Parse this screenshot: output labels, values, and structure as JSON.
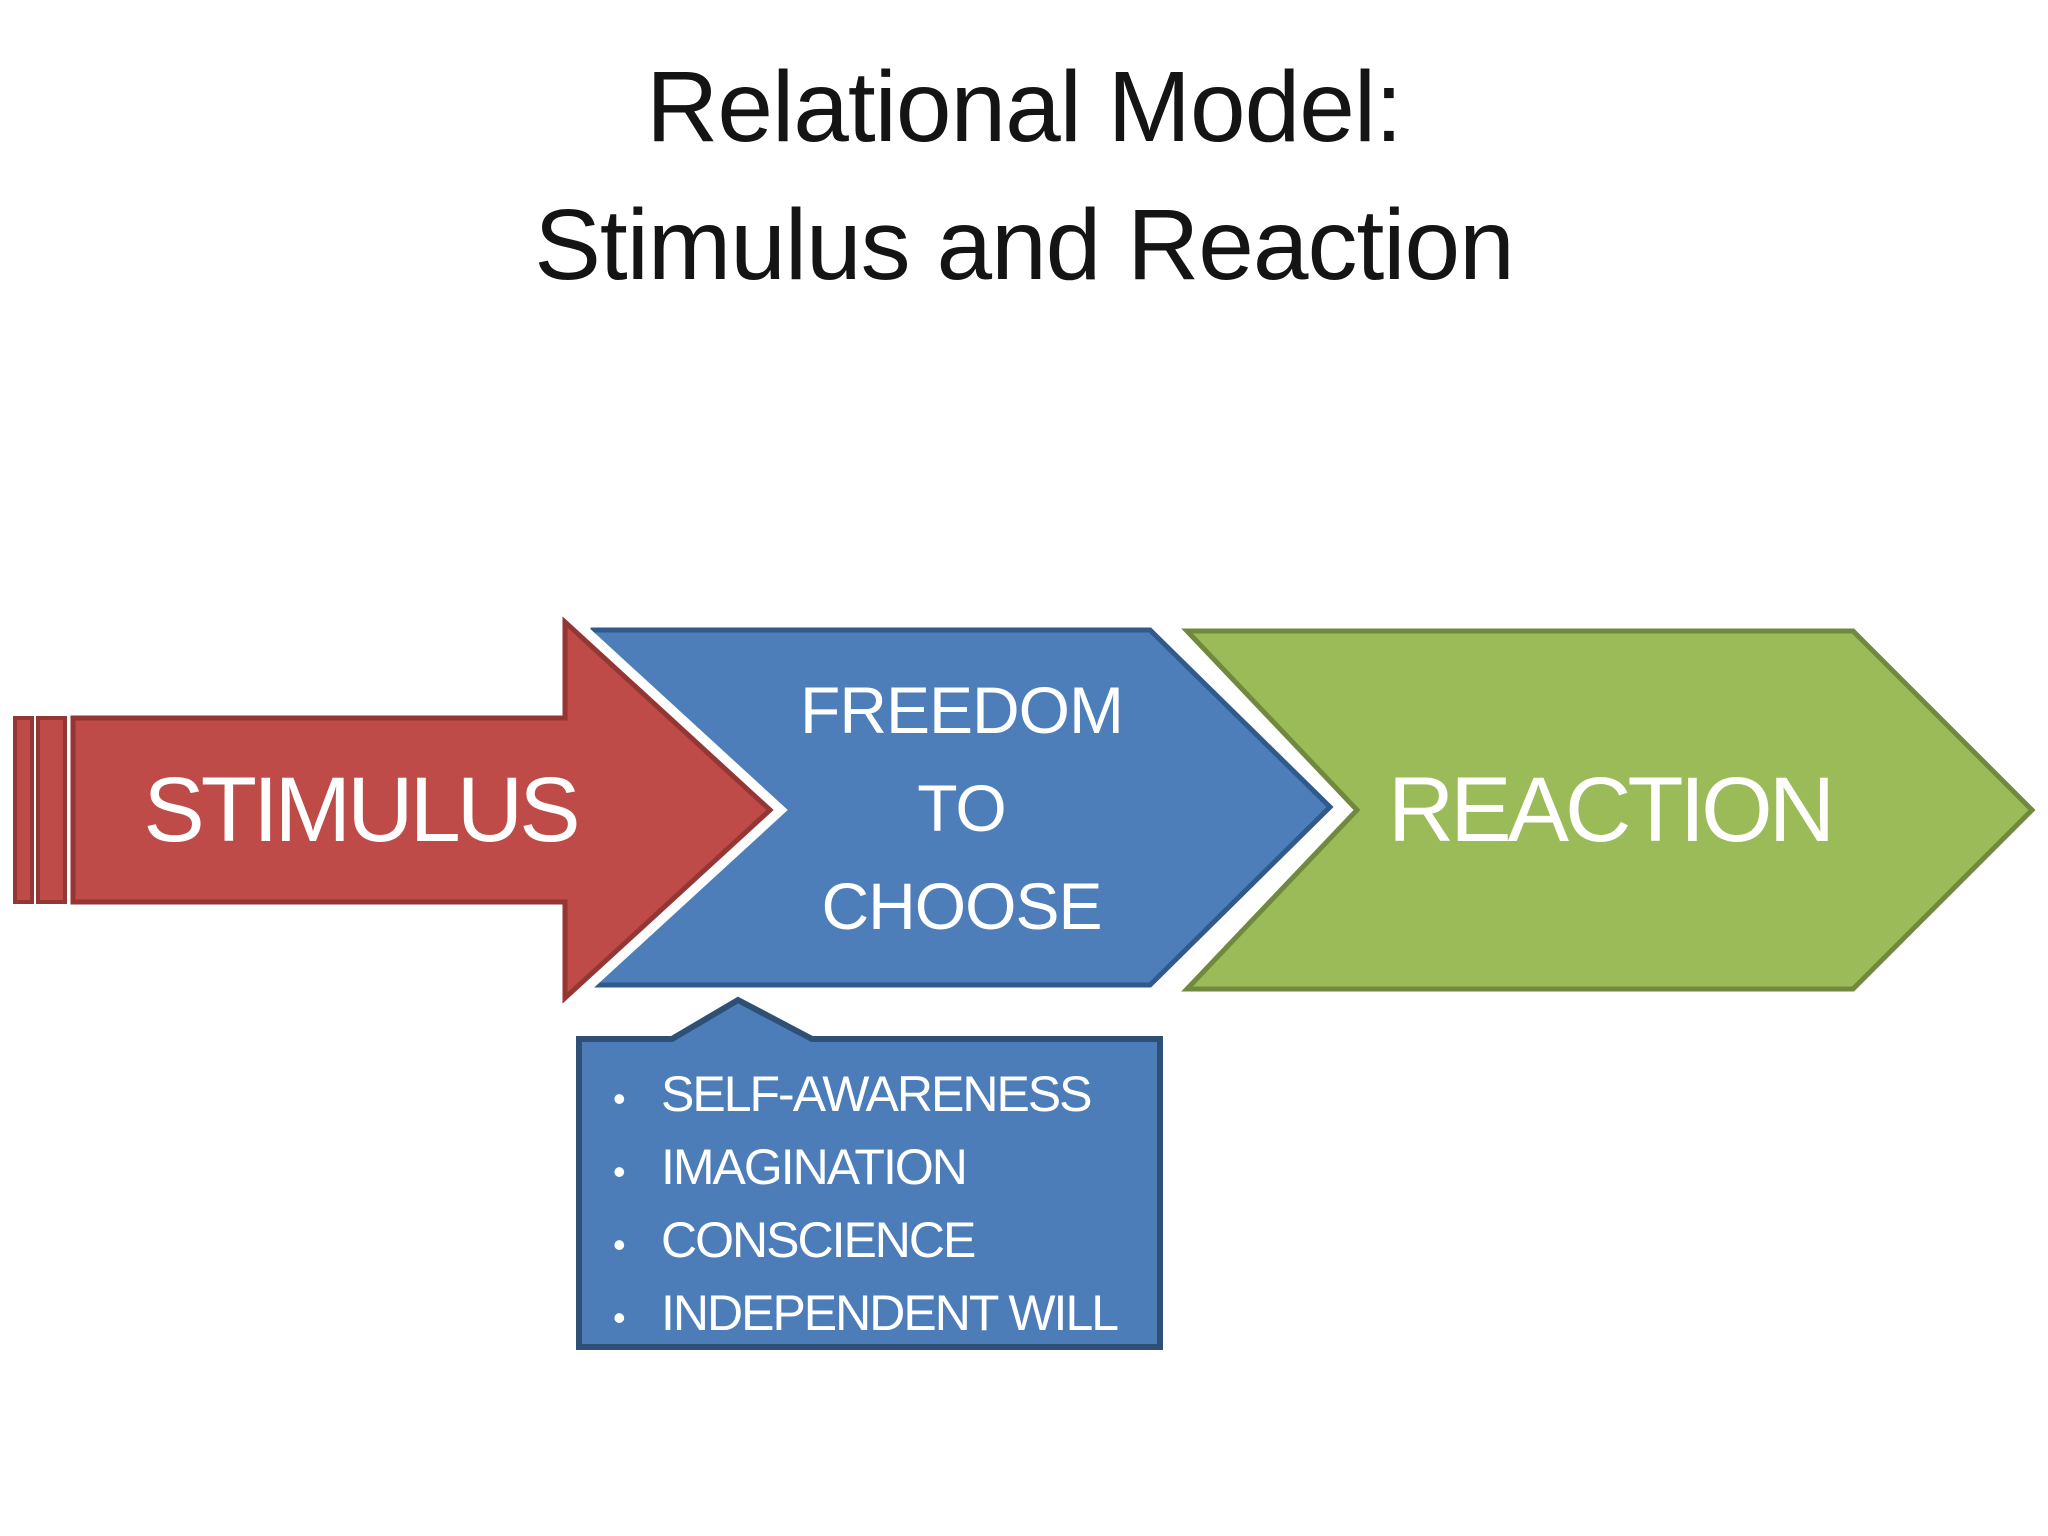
{
  "slide": {
    "title_line1": "Relational Model:",
    "title_line2": "Stimulus and Reaction"
  },
  "arrows": {
    "stimulus": {
      "label": "STIMULUS",
      "fill": "#be4b48",
      "border": "#943634"
    },
    "freedom": {
      "label_line1": "FREEDOM",
      "label_line2": "TO",
      "label_line3": "CHOOSE",
      "fill": "#4d7eba",
      "border": "#2f5a8b"
    },
    "reaction": {
      "label": "REACTION",
      "fill": "#9bbb59",
      "border": "#71893f"
    }
  },
  "callout": {
    "bullet_char": "•",
    "items": [
      "SELF-AWARENESS",
      "IMAGINATION",
      "CONSCIENCE",
      "INDEPENDENT WILL"
    ],
    "fill": "#4c7db9",
    "border": "#2e5076"
  },
  "css_vars": {
    "--bg": "#ffffff",
    "--title-color": "#141414",
    "--label-color": "#ffffff"
  }
}
